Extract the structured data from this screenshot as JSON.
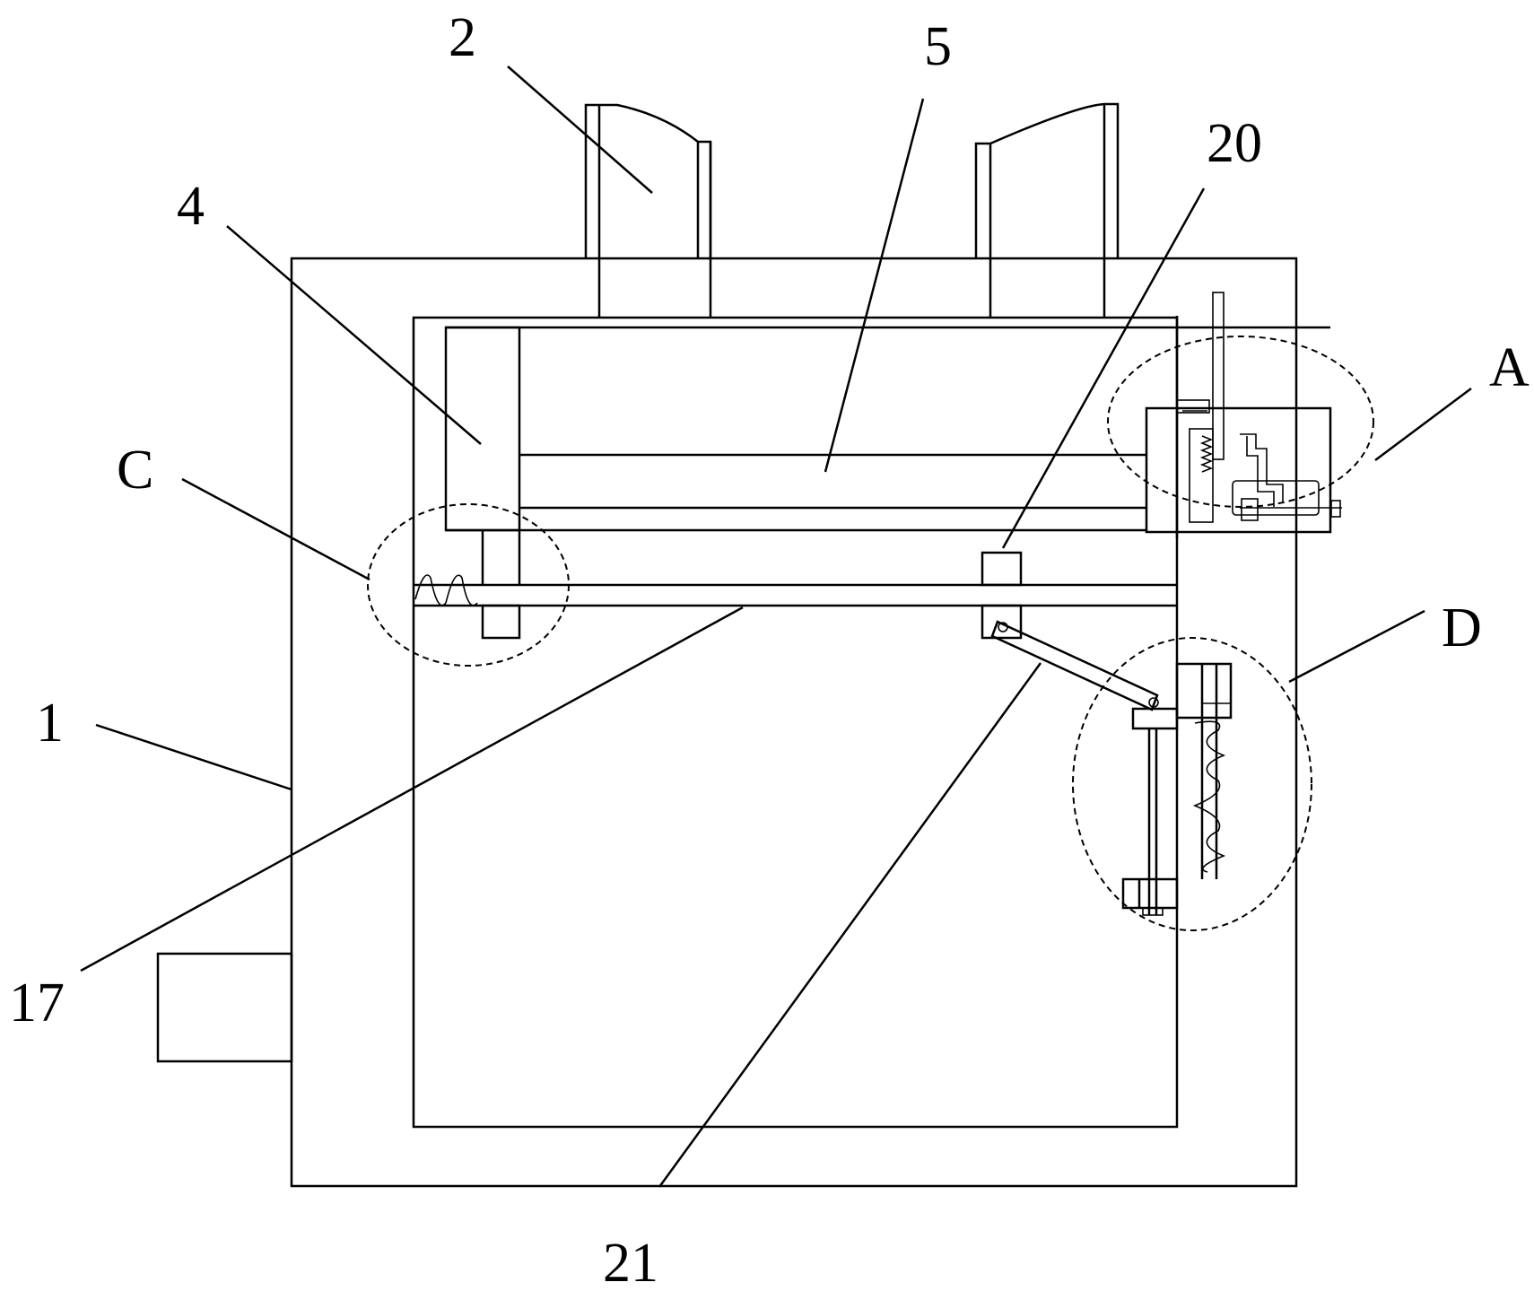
{
  "labels": {
    "l1": "1",
    "l2": "2",
    "l4": "4",
    "l5": "5",
    "l17": "17",
    "l20": "20",
    "l21": "21",
    "lA": "A",
    "lC": "C",
    "lD": "D"
  }
}
